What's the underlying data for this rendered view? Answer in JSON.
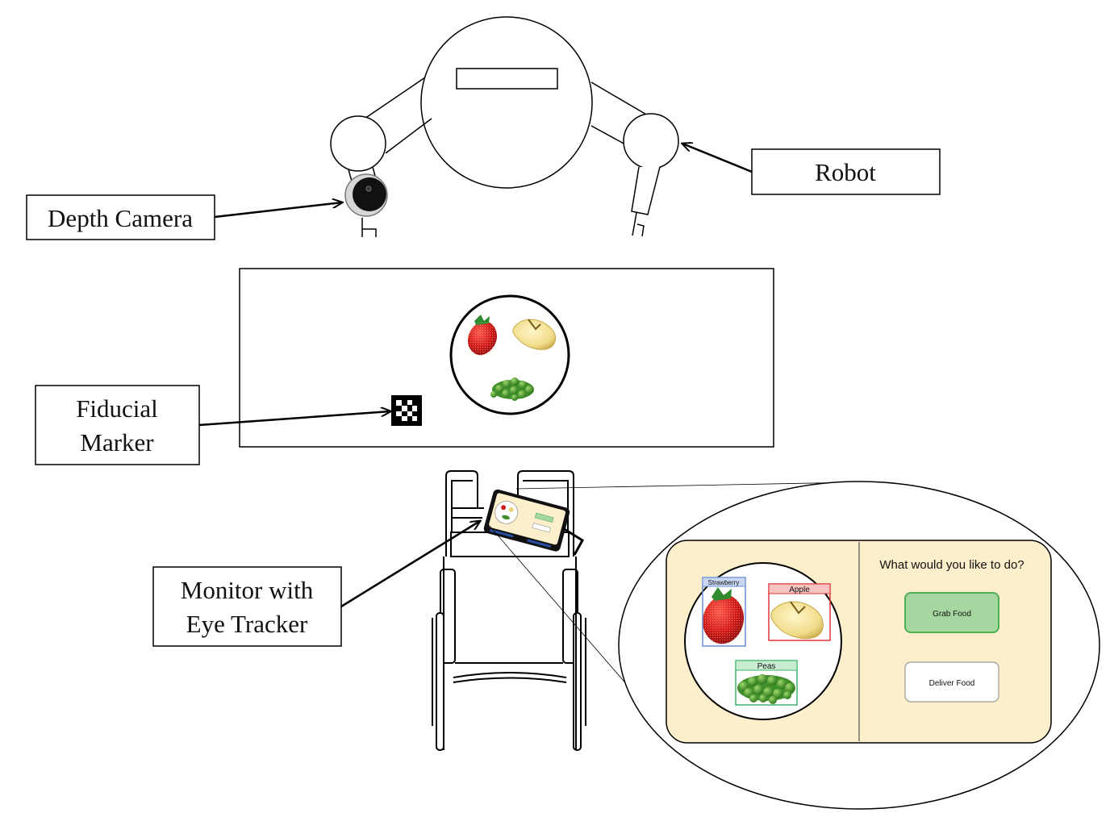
{
  "labels": {
    "robot": "Robot",
    "depth_camera": "Depth Camera",
    "fiducial_marker_line1": "Fiducial",
    "fiducial_marker_line2": "Marker",
    "monitor_line1": "Monitor with",
    "monitor_line2": "Eye Tracker"
  },
  "interface": {
    "question": "What would you like to do?",
    "buttons": [
      "Grab Food",
      "Deliver Food"
    ],
    "food_labels": [
      "Strawberry",
      "Apple",
      "Peas"
    ]
  },
  "colors": {
    "panel_bg": "#fdefcc",
    "grab_button_fill": "#a6d7a0",
    "grab_button_border": "#4caf50",
    "strawberry_box": "#6b8fd6",
    "apple_box": "#e0373a",
    "peas_box": "#3fb36a"
  }
}
